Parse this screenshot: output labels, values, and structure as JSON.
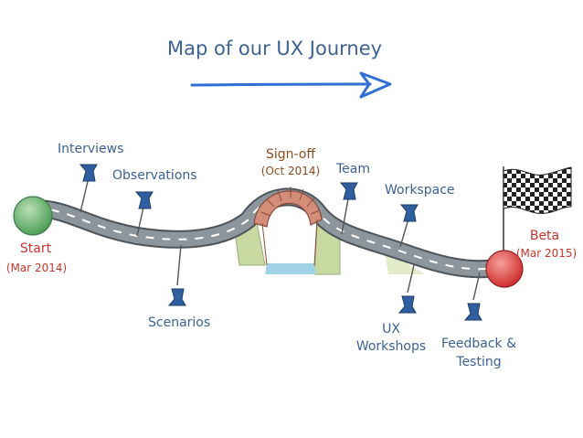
{
  "title": "Map of our UX Journey",
  "milestones": {
    "start": {
      "label": "Start",
      "date": "(Mar 2014)"
    },
    "signoff": {
      "label": "Sign-off",
      "date": "(Oct 2014)"
    },
    "beta": {
      "label": "Beta",
      "date": "(Mar 2015)"
    }
  },
  "pins": {
    "interviews": "Interviews",
    "observations": "Observations",
    "scenarios": "Scenarios",
    "team": "Team",
    "workspace": "Workspace",
    "ux_workshops_line1": "UX",
    "ux_workshops_line2": "Workshops",
    "feedback_line1": "Feedback &",
    "feedback_line2": "Testing"
  },
  "colors": {
    "text_blue": "#3d6294",
    "milestone_red": "#c9342b",
    "signoff_brown": "#8a4b1c",
    "road_gray": "#7f878d",
    "pin_blue": "#2f5f9e",
    "start_green": "#5dab63",
    "beta_red": "#d94040",
    "bridge_brick": "#c97e6a"
  }
}
